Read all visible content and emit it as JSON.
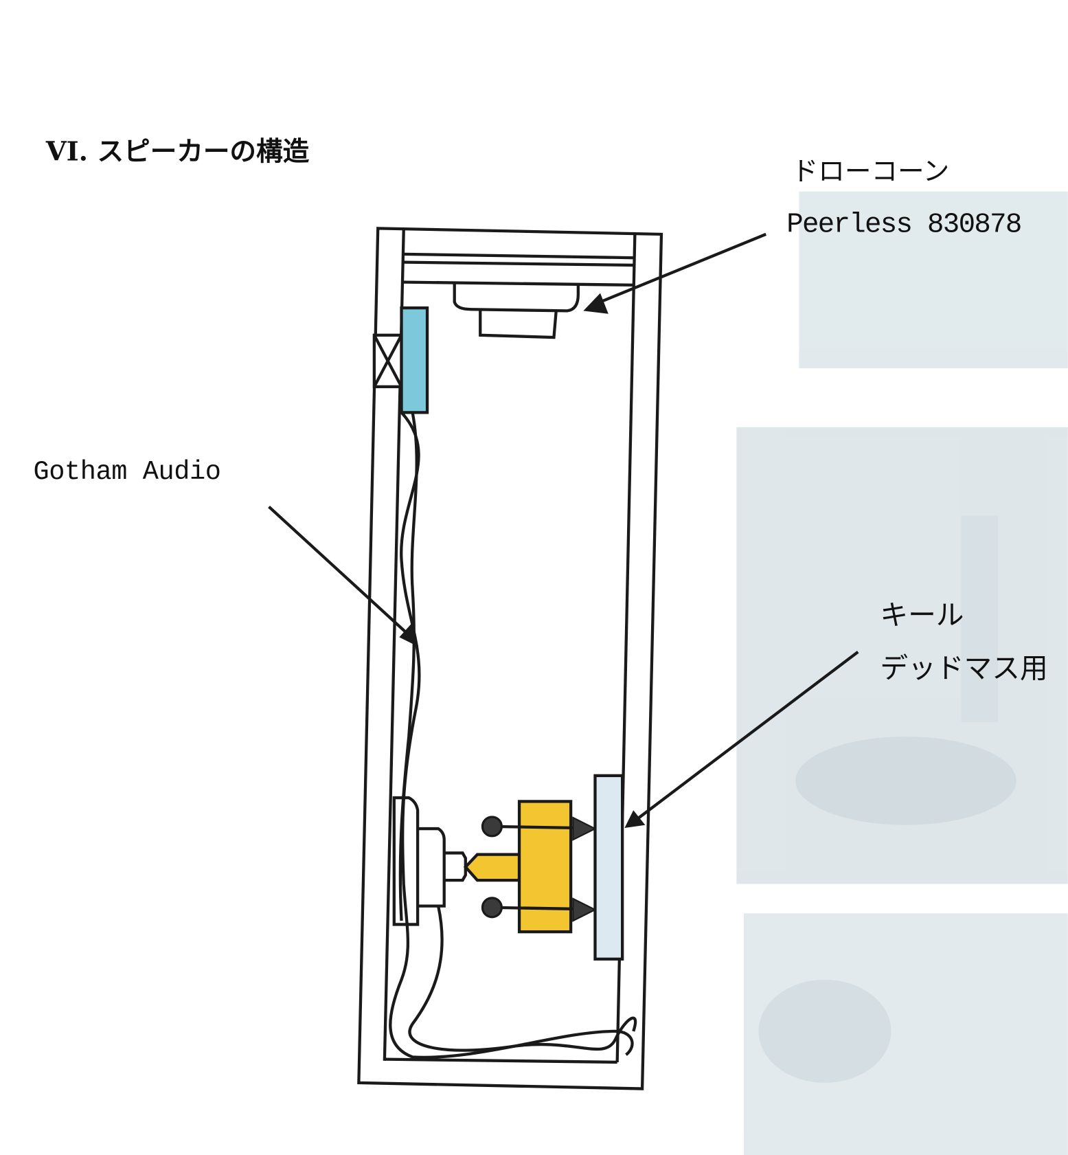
{
  "title": "VI. スピーカーの構造",
  "labels": {
    "drone_cone_jp": "ドローコーン",
    "drone_cone_model": "Peerless 830878",
    "wire": "Gotham Audio",
    "keel_line1": "キール",
    "keel_line2": "デッドマス用"
  },
  "colors": {
    "tweeter": "#7ec8dc",
    "keel_block": "#f2c531",
    "dead_mass_plate": "#dde9f0",
    "background_bleed": "#c9d8de"
  }
}
